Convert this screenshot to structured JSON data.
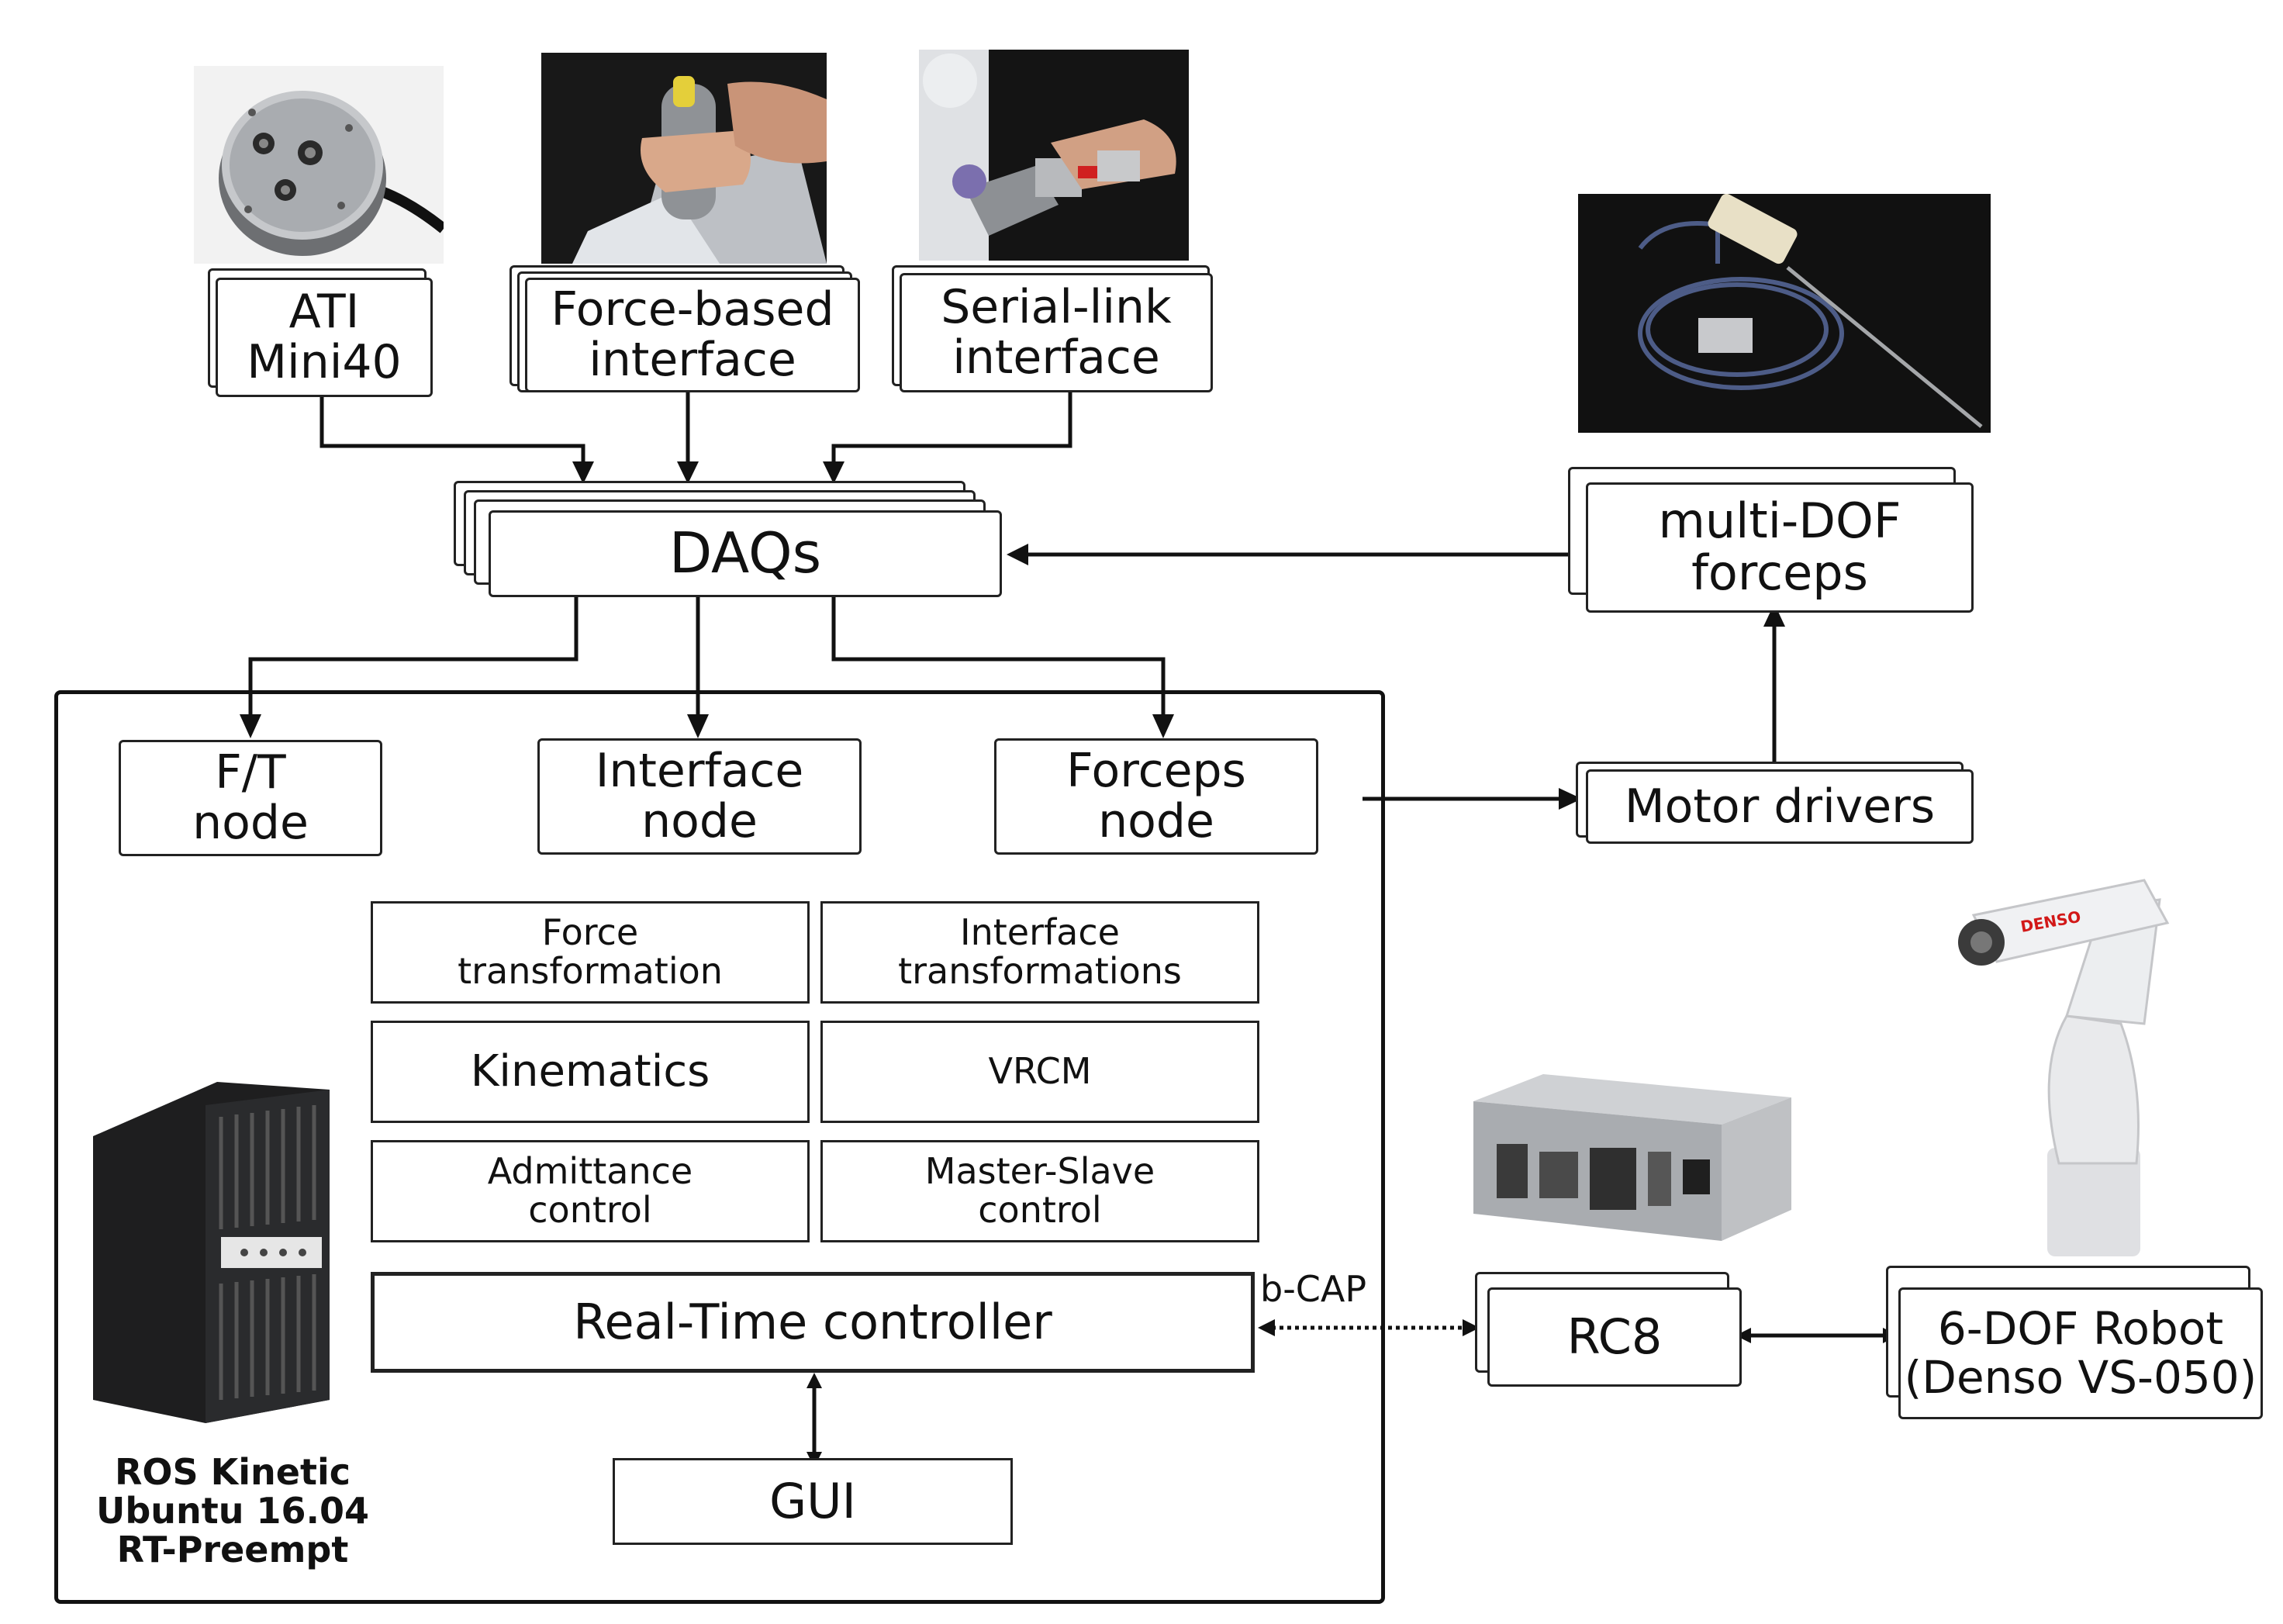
{
  "inputs": {
    "ati": "ATI\nMini40",
    "force_interface": "Force-based\ninterface",
    "serial_interface": "Serial-link\ninterface"
  },
  "daqs": "DAQs",
  "forceps_device": "multi-DOF\nforceps",
  "motor_drivers": "Motor drivers",
  "nodes": {
    "ft": "F/T\nnode",
    "interface": "Interface\nnode",
    "forceps": "Forceps\nnode"
  },
  "modules": {
    "force_transformation": "Force\ntransformation",
    "interface_transformations": "Interface\ntransformations",
    "kinematics": "Kinematics",
    "vrcm": "VRCM",
    "admittance": "Admittance\ncontrol",
    "master_slave": "Master-Slave\ncontrol"
  },
  "rt_controller": "Real-Time controller",
  "gui": "GUI",
  "bcap": "b-CAP",
  "rc8": "RC8",
  "robot": "6-DOF Robot\n(Denso VS-050)",
  "denso_logo": "DENSO",
  "pc_label": {
    "line1": "ROS Kinetic",
    "line2": "Ubuntu 16.04",
    "line3": "RT-Preempt"
  },
  "colors": {
    "line": "#111111",
    "photo_dark": "#161616",
    "metal": "#b9bcc0",
    "robot_white": "#e9eaec"
  }
}
